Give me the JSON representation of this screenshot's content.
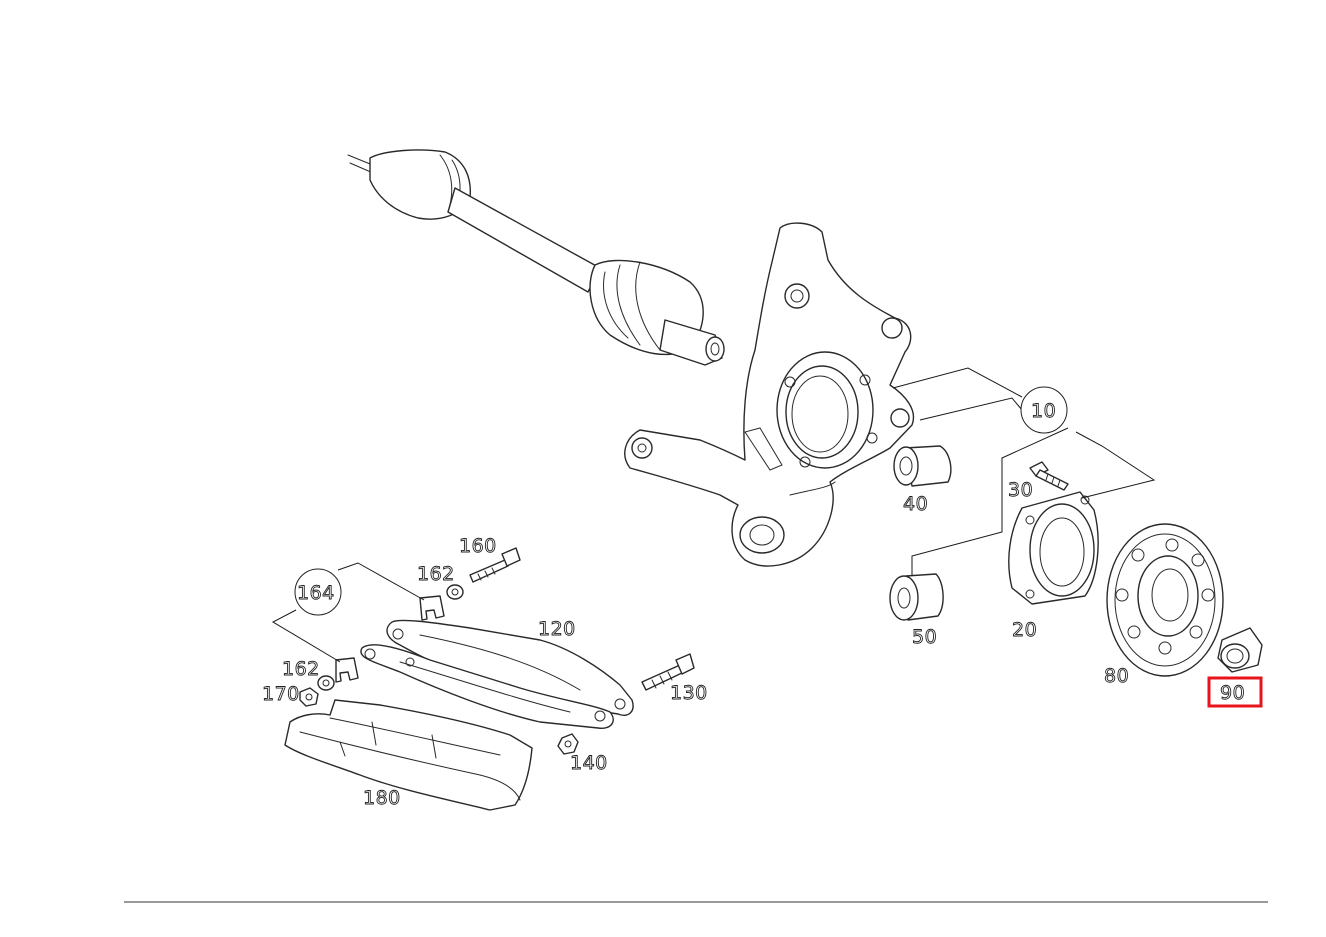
{
  "callouts": {
    "c10": "10",
    "c20": "20",
    "c30": "30",
    "c40": "40",
    "c50": "50",
    "c80": "80",
    "c90": "90",
    "c120": "120",
    "c130": "130",
    "c140": "140",
    "c160": "160",
    "c162a": "162",
    "c162b": "162",
    "c164": "164",
    "c170": "170",
    "c180": "180"
  },
  "highlighted_callout": "90",
  "colors": {
    "highlight": "#e8141c",
    "line": "#2a2a2a"
  }
}
